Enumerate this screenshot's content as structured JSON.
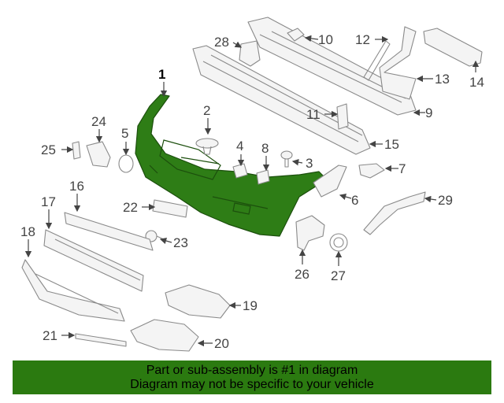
{
  "banner": {
    "line1": "Part or sub-assembly is #1 in diagram",
    "line2": "Diagram may not be specific to your vehicle"
  },
  "callouts": {
    "c1": "1",
    "c2": "2",
    "c3": "3",
    "c4": "4",
    "c5": "5",
    "c6": "6",
    "c7": "7",
    "c8": "8",
    "c9": "9",
    "c10": "10",
    "c11": "11",
    "c12": "12",
    "c13": "13",
    "c14": "14",
    "c15": "15",
    "c16": "16",
    "c17": "17",
    "c18": "18",
    "c19": "19",
    "c20": "20",
    "c21": "21",
    "c22": "22",
    "c23": "23",
    "c24": "24",
    "c25": "25",
    "c26": "26",
    "c27": "27",
    "c28": "28",
    "c29": "29"
  },
  "colors": {
    "highlight": "#2e7d16",
    "banner": "#2b7a10",
    "line": "#8a8a8a"
  }
}
